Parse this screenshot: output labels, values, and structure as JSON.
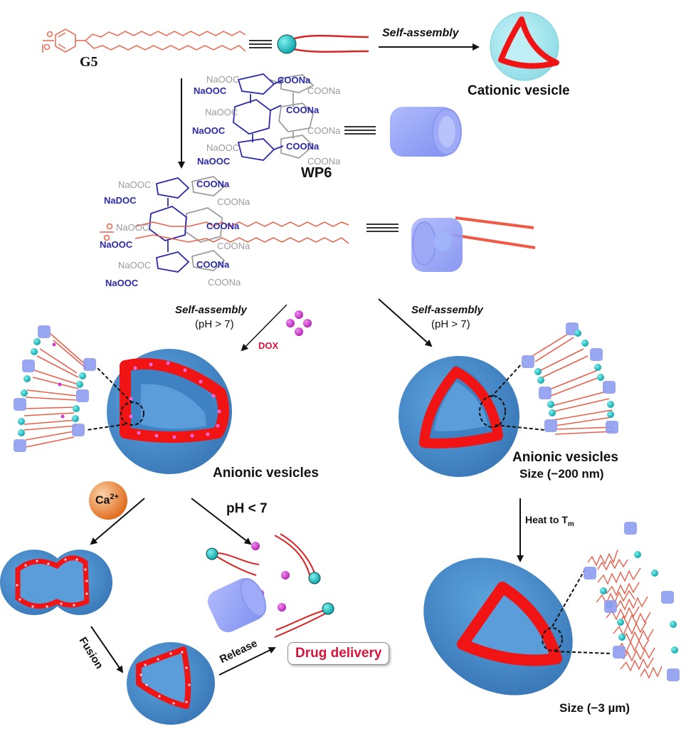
{
  "molecules": {
    "guest": "G5",
    "host": "WP6",
    "drug": "DOX",
    "ion_main": "Ca",
    "ion_charge": "2+",
    "host_substituents": {
      "front": [
        "COONa",
        "COONa",
        "COONa",
        "NaOOC",
        "NaOOC",
        "NaDOC",
        "NaOOC"
      ],
      "back": [
        "NaOOC",
        "COONa",
        "NaOOC",
        "COONa",
        "NaOOC",
        "COONa"
      ]
    }
  },
  "labels": {
    "self_assembly_top": "Self-assembly",
    "cationic_vesicle": "Cationic vesicle",
    "self_assembly_left": "Self-assembly",
    "ph_left": "(pH > 7)",
    "self_assembly_right": "Self-assembly",
    "ph_right": "(pH > 7)",
    "anionic_left": "Anionic vesicles",
    "anionic_right": "Anionic vesicles",
    "size_small": "Size (−200 nm)",
    "ph_acid": "pH < 7",
    "fusion": "Fusion",
    "release": "Release",
    "drug_delivery": "Drug delivery",
    "heat_main": "Heat to T",
    "heat_sub": "m",
    "size_large": "Size (−3 µm)"
  },
  "colors": {
    "amphiphile_red": "#e8604c",
    "bilayer_red": "#f01414",
    "vesicle_blue": "#4a8fcf",
    "cationic_cyan": "#a6e6ef",
    "host_blue": "#8c9cf2",
    "head_cyan": "#2bc8c8",
    "dox_magenta": "#cf3bcf",
    "ca_orange": "#e8782c",
    "drug_delivery_red": "#d9143a"
  }
}
